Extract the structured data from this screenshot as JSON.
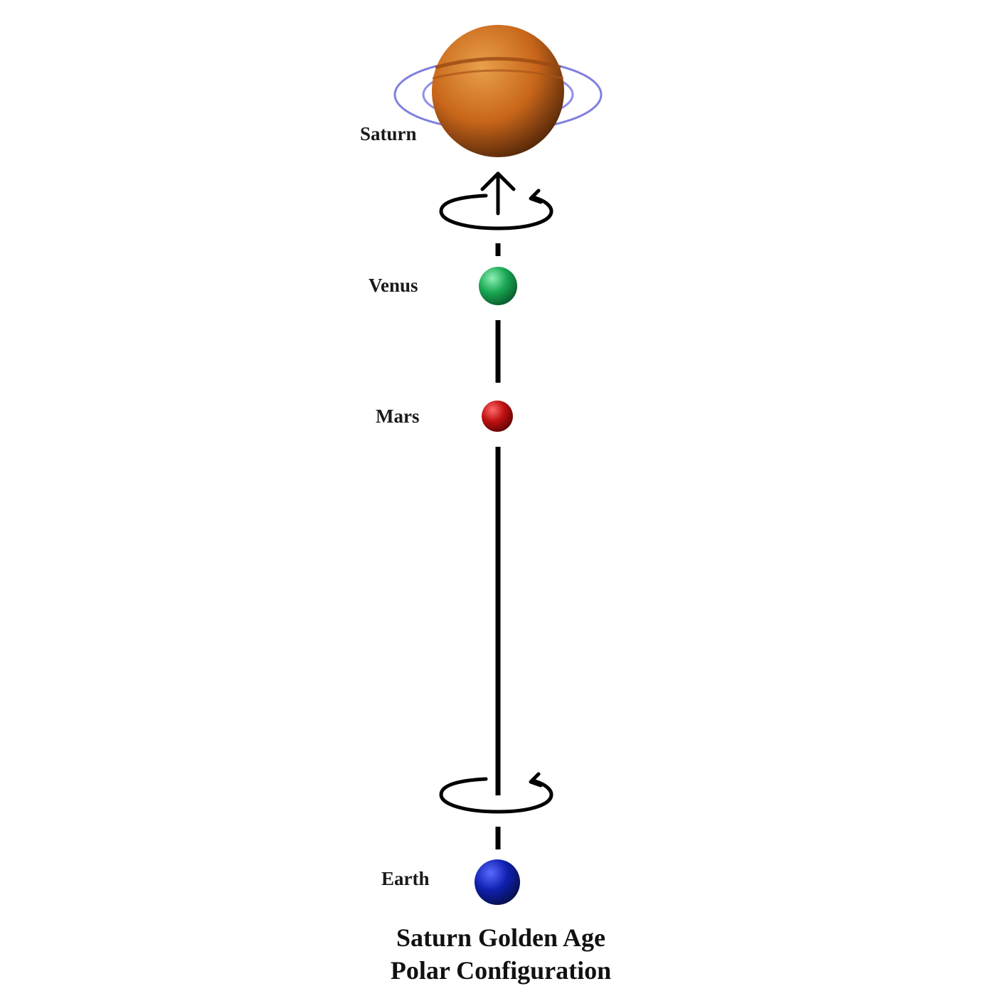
{
  "planets": {
    "saturn": {
      "label": "Saturn",
      "color": "#c8661a",
      "ring_color": "#8080e0"
    },
    "venus": {
      "label": "Venus",
      "color": "#1aa854"
    },
    "mars": {
      "label": "Mars",
      "color": "#c01010"
    },
    "earth": {
      "label": "Earth",
      "color": "#1020b0"
    }
  },
  "caption": {
    "line1": "Saturn Golden Age",
    "line2": "Polar Configuration"
  },
  "icons": {
    "rotation": "counterclockwise-rotation-arrow-icon",
    "up_arrow": "up-arrow-icon"
  }
}
